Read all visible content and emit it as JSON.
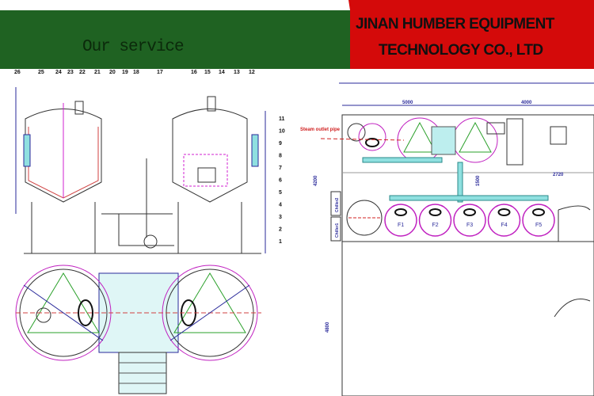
{
  "banner": {
    "section_title": "Our service",
    "company_line1": "JINAN HUMBER EQUIPMENT",
    "company_line2": "TECHNOLOGY CO., LTD"
  },
  "elevation": {
    "top_labels": [
      "26",
      "25",
      "24",
      "23",
      "22",
      "21",
      "20",
      "19",
      "18",
      "17",
      "16",
      "15",
      "14",
      "13",
      "12"
    ],
    "side_labels": [
      "11",
      "10",
      "9",
      "8",
      "7",
      "6",
      "5",
      "4",
      "3",
      "2",
      "1"
    ]
  },
  "floor_plan": {
    "steam_label": "Steam outlet pipe",
    "dims": [
      "5000",
      "4000",
      "2720",
      "4200",
      "1500",
      "4800"
    ],
    "fermenters": [
      "F1",
      "F2",
      "F3",
      "F4",
      "F5"
    ],
    "chillers": [
      "Chiller1",
      "Chiller2"
    ]
  },
  "colors": {
    "green": "#1f6222",
    "red": "#d40a0a",
    "line": "#2a2a9a",
    "cyan": "#8fe0e0",
    "magenta": "#c020c0"
  }
}
